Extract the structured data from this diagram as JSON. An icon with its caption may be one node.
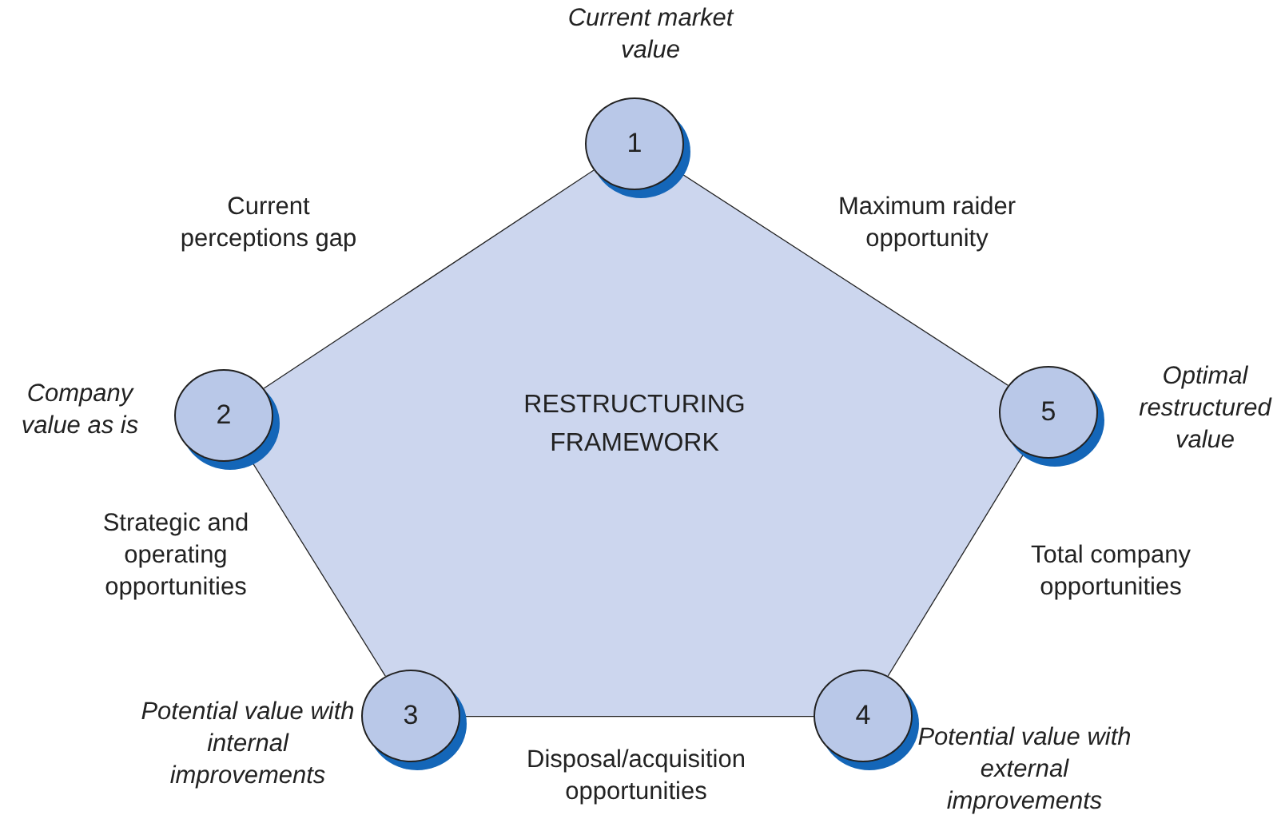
{
  "diagram": {
    "nodes": [
      {
        "text": [
          "RESTRUCTURING FRAMEWORK"
        ]
      },
      {
        "text": [
          "1"
        ],
        "beside": [
          "Current market value"
        ]
      },
      {
        "text": [
          "2"
        ],
        "beside": [
          "Company value as is"
        ]
      },
      {
        "text": [
          "3"
        ],
        "beside": [
          "Potential value with internal improvements"
        ]
      },
      {
        "text": [
          "4"
        ],
        "beside": [
          "Potential value with external improvements"
        ]
      },
      {
        "text": [
          "5"
        ],
        "beside": [
          "Optimal restructured value"
        ]
      }
    ],
    "edges": [
      {
        "from": 1,
        "to": 2,
        "arrow": "none",
        "label": "Current perceptions gap"
      },
      {
        "from": 2,
        "to": 3,
        "arrow": "none",
        "label": "Strategic and operating opportunities"
      },
      {
        "from": 3,
        "to": 4,
        "arrow": "none",
        "label": "Disposal/acquisition opportunities"
      },
      {
        "from": 4,
        "to": 5,
        "arrow": "none",
        "label": "Total company opportunities"
      },
      {
        "from": 5,
        "to": 1,
        "arrow": "none",
        "label": "Maximum raider opportunity"
      }
    ]
  }
}
